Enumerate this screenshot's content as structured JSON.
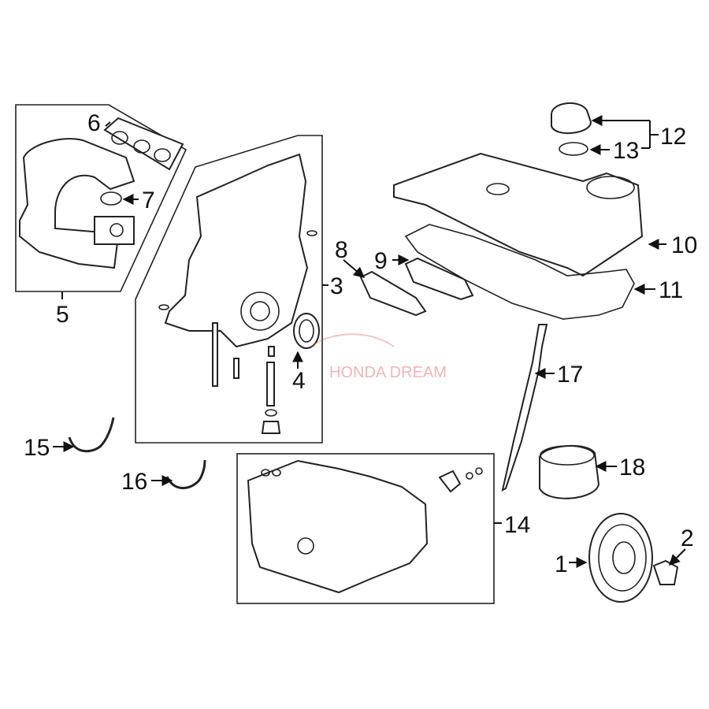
{
  "callouts": {
    "c1": "1",
    "c2": "2",
    "c3": "3",
    "c4": "4",
    "c5": "5",
    "c6": "6",
    "c7": "7",
    "c8": "8",
    "c9": "9",
    "c10": "10",
    "c11": "11",
    "c12": "12",
    "c13": "13",
    "c14": "14",
    "c15": "15",
    "c16": "16",
    "c17": "17",
    "c18": "18"
  },
  "watermark": "HONDA DREAM",
  "colors": {
    "line": "#222222",
    "watermark": "#e25b5b",
    "background": "#ffffff"
  }
}
